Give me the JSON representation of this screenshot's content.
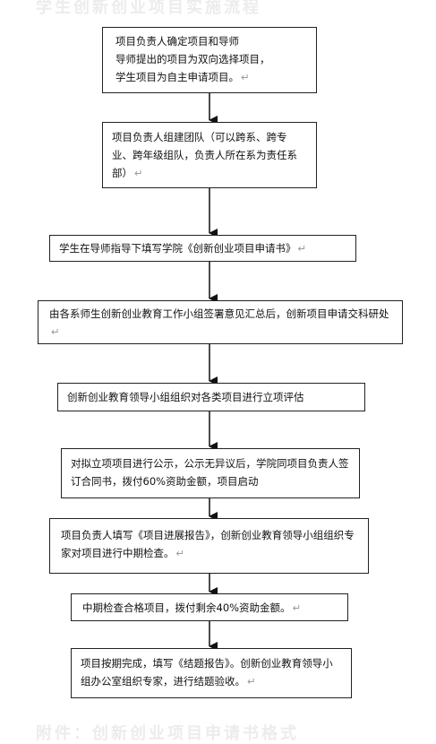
{
  "header_faint": "学生创新创业项目实施流程",
  "footer_faint": "附件：创新创业项目申请书格式",
  "paragraph_mark": "↵",
  "steps": [
    {
      "text": "项目负责人确定项目和导师\n导师提出的项目为双向选择项目，\n学生项目为自主申请项目。"
    },
    {
      "text": "项目负责人组建团队（可以跨系、跨专业、跨年级组队，负责人所在系为责任系部）"
    },
    {
      "text": "学生在导师指导下填写学院《创新创业项目申请书》"
    },
    {
      "text": "由各系师生创新创业教育工作小组签署意见汇总后，创新项目申请交科研处"
    },
    {
      "text": "创新创业教育领导小组组织对各类项目进行立项评估"
    },
    {
      "text": "对拟立项项目进行公示，公示无异议后，学院同项目负责人签订合同书，拨付60%资助金额，项目启动"
    },
    {
      "text": "项目负责人填写《项目进展报告》，创新创业教育领导小组组织专家对项目进行中期检查。"
    },
    {
      "text": "中期检查合格项目，拨付剩余40%资助金额。"
    },
    {
      "text": "项目按期完成，填写《结题报告》。创新创业教育领导小组办公室组织专家，进行结题验收。"
    }
  ]
}
